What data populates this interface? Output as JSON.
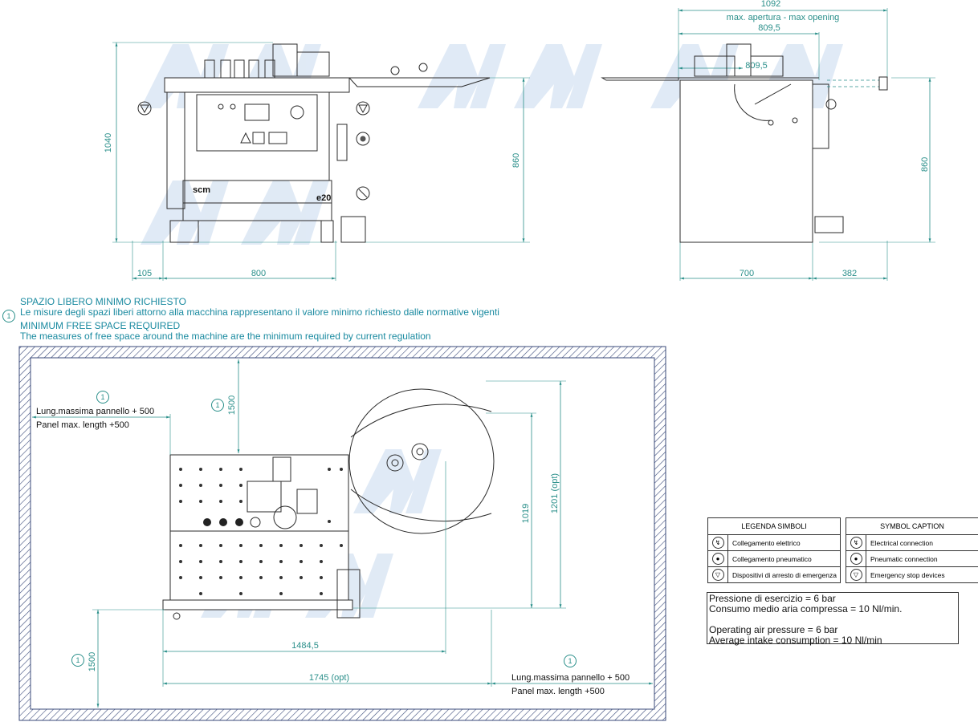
{
  "front_view": {
    "height_total": "1040",
    "height_table": "860",
    "width_left": "105",
    "width_main": "800",
    "model": "e20",
    "brand": "scm"
  },
  "side_view": {
    "width_total": "1092",
    "max_opening_label": "max. apertura - max opening",
    "opening_1": "809,5",
    "opening_2": "809,5",
    "height_table": "860",
    "depth_main": "700",
    "depth_extra": "382"
  },
  "note": {
    "ref": "1",
    "title_it": "SPAZIO LIBERO MINIMO RICHIESTO",
    "text_it": "Le misure degli spazi liberi attorno alla macchina rappresentano il valore minimo richiesto dalle normative vigenti",
    "title_en": "MINIMUM FREE SPACE REQUIRED",
    "text_en": "The measures of free space around the machine are the minimum required by current regulation"
  },
  "plan_view": {
    "ref": "1",
    "top_clearance": "1500",
    "bottom_clearance": "1500",
    "panel_it": "Lung.massima pannello + 500",
    "panel_en": "Panel max. length +500",
    "dim_1019": "1019",
    "dim_1201": "1201  (opt)",
    "dim_1484": "1484,5",
    "dim_1745": "1745  (opt)"
  },
  "legend_it": {
    "header": "LEGENDA SIMBOLI",
    "items": [
      "Collegamento elettrico",
      "Collegamento pneumatico",
      "Dispositivi di arresto di emergenza"
    ]
  },
  "legend_en": {
    "header": "SYMBOL CAPTION",
    "items": [
      "Electrical connection",
      "Pneumatic connection",
      "Emergency stop devices"
    ]
  },
  "pressure": {
    "line1": "Pressione di esercizio = 6 bar",
    "line2": "Consumo medio aria compressa = 10 Nl/min.",
    "line3": "Operating air pressure = 6 bar",
    "line4": "Average intake consumption = 10 Nl/min"
  },
  "watermark": "MDM",
  "colors": {
    "dimension": "#2a8f8a",
    "note": "#1a8aa0",
    "hatch": "#3a4a7a",
    "watermark": "#dde8f5"
  }
}
